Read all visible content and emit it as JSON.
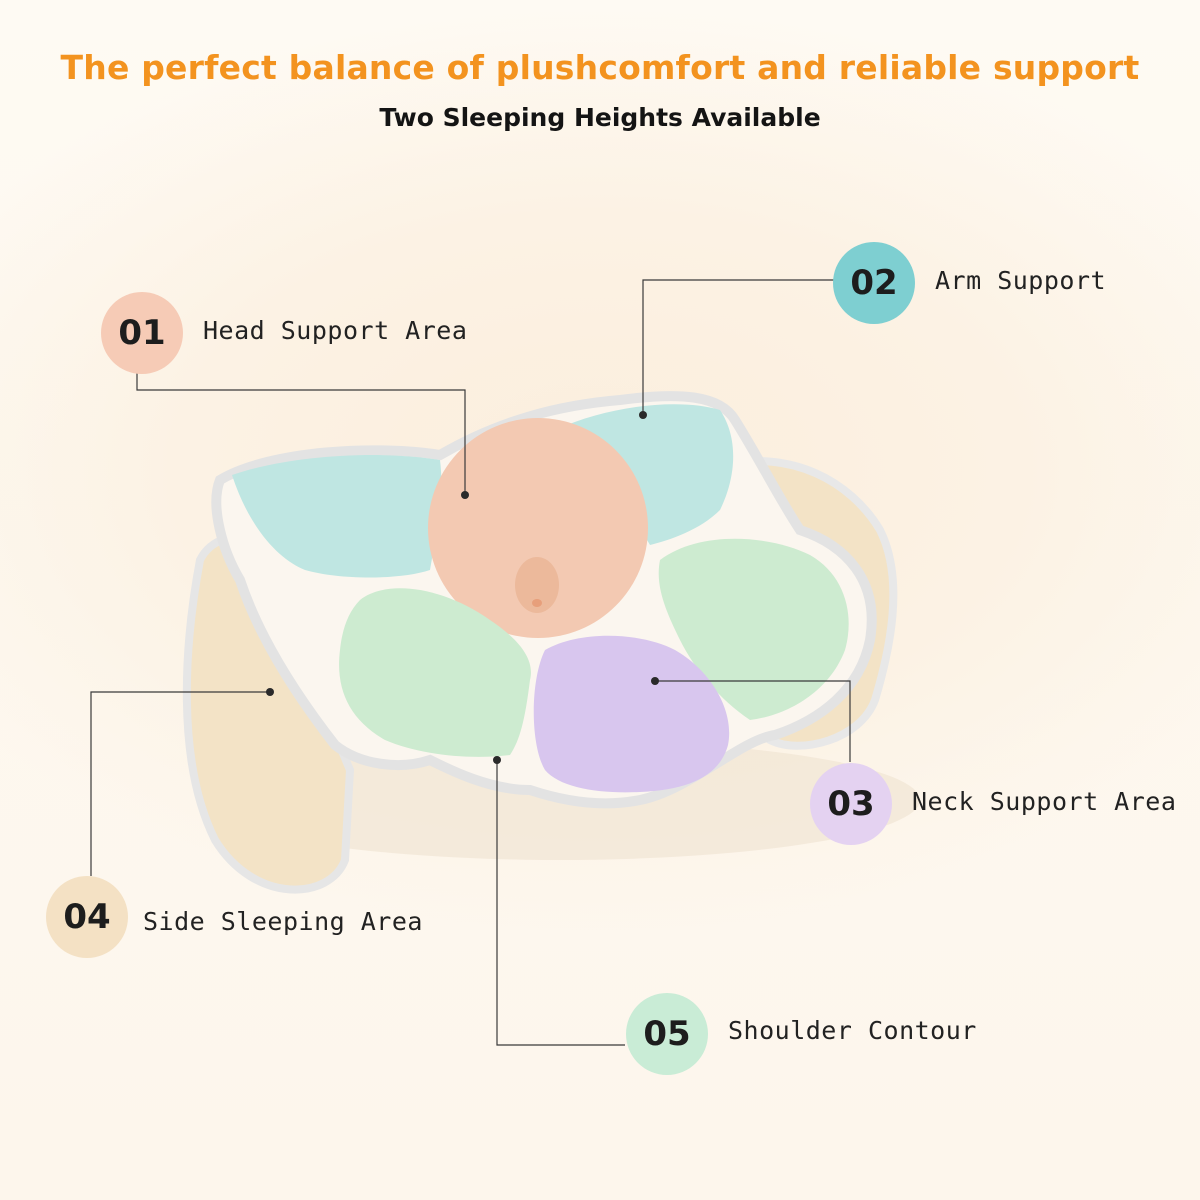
{
  "header": {
    "title": "The perfect balance of plushcomfort and reliable support",
    "subtitle": "Two Sleeping Heights Available"
  },
  "callouts": [
    {
      "number": "01",
      "label": "Head Support Area",
      "color": "#f6cbb6"
    },
    {
      "number": "02",
      "label": "Arm Support",
      "color": "#7ecfd1"
    },
    {
      "number": "03",
      "label": "Neck Support Area",
      "color": "#e4d2f1"
    },
    {
      "number": "04",
      "label": "Side Sleeping Area",
      "color": "#f4e1c4"
    },
    {
      "number": "05",
      "label": "Shoulder Contour",
      "color": "#c9ecd6"
    }
  ],
  "zone_colors": {
    "head": "#f3c9b2",
    "arm": "#bfe6e2",
    "neck": "#d8c6ee",
    "shoulder": "#cdebd0",
    "side": "#f3e3c6"
  }
}
